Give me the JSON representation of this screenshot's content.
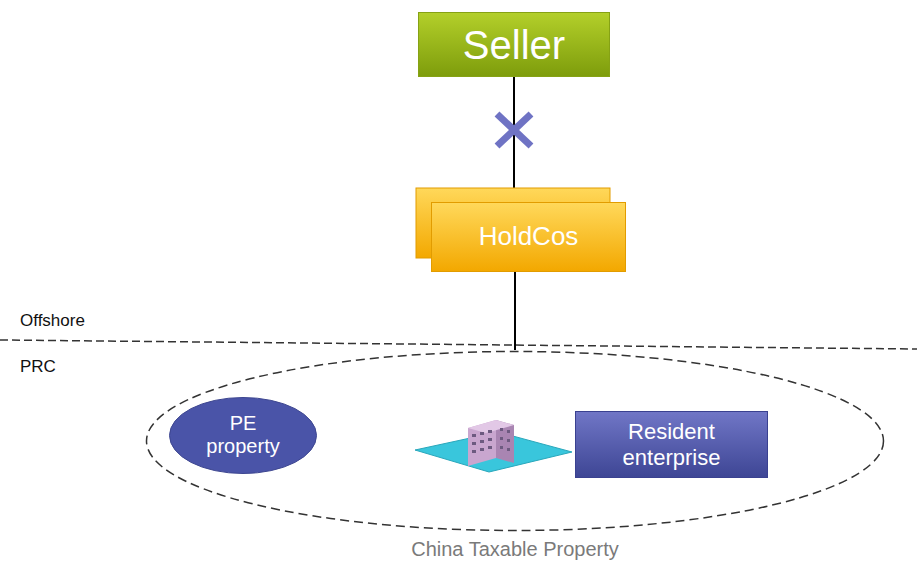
{
  "diagram": {
    "nodes": [
      {
        "text": [
          "Seller"
        ]
      },
      {
        "text": [
          "HoldCos"
        ]
      },
      {
        "text": [
          "China Taxable Property"
        ]
      },
      {
        "text": [
          "PE property"
        ],
        "in": 2
      },
      {
        "text": [
          "Resident enterprise"
        ],
        "in": 2
      }
    ],
    "edges": [
      {
        "from": 0,
        "to": 1,
        "arrow": "none"
      },
      {
        "from": 1,
        "to": 2,
        "arrow": "none"
      }
    ],
    "labels": [
      "Offshore",
      "PRC"
    ]
  }
}
